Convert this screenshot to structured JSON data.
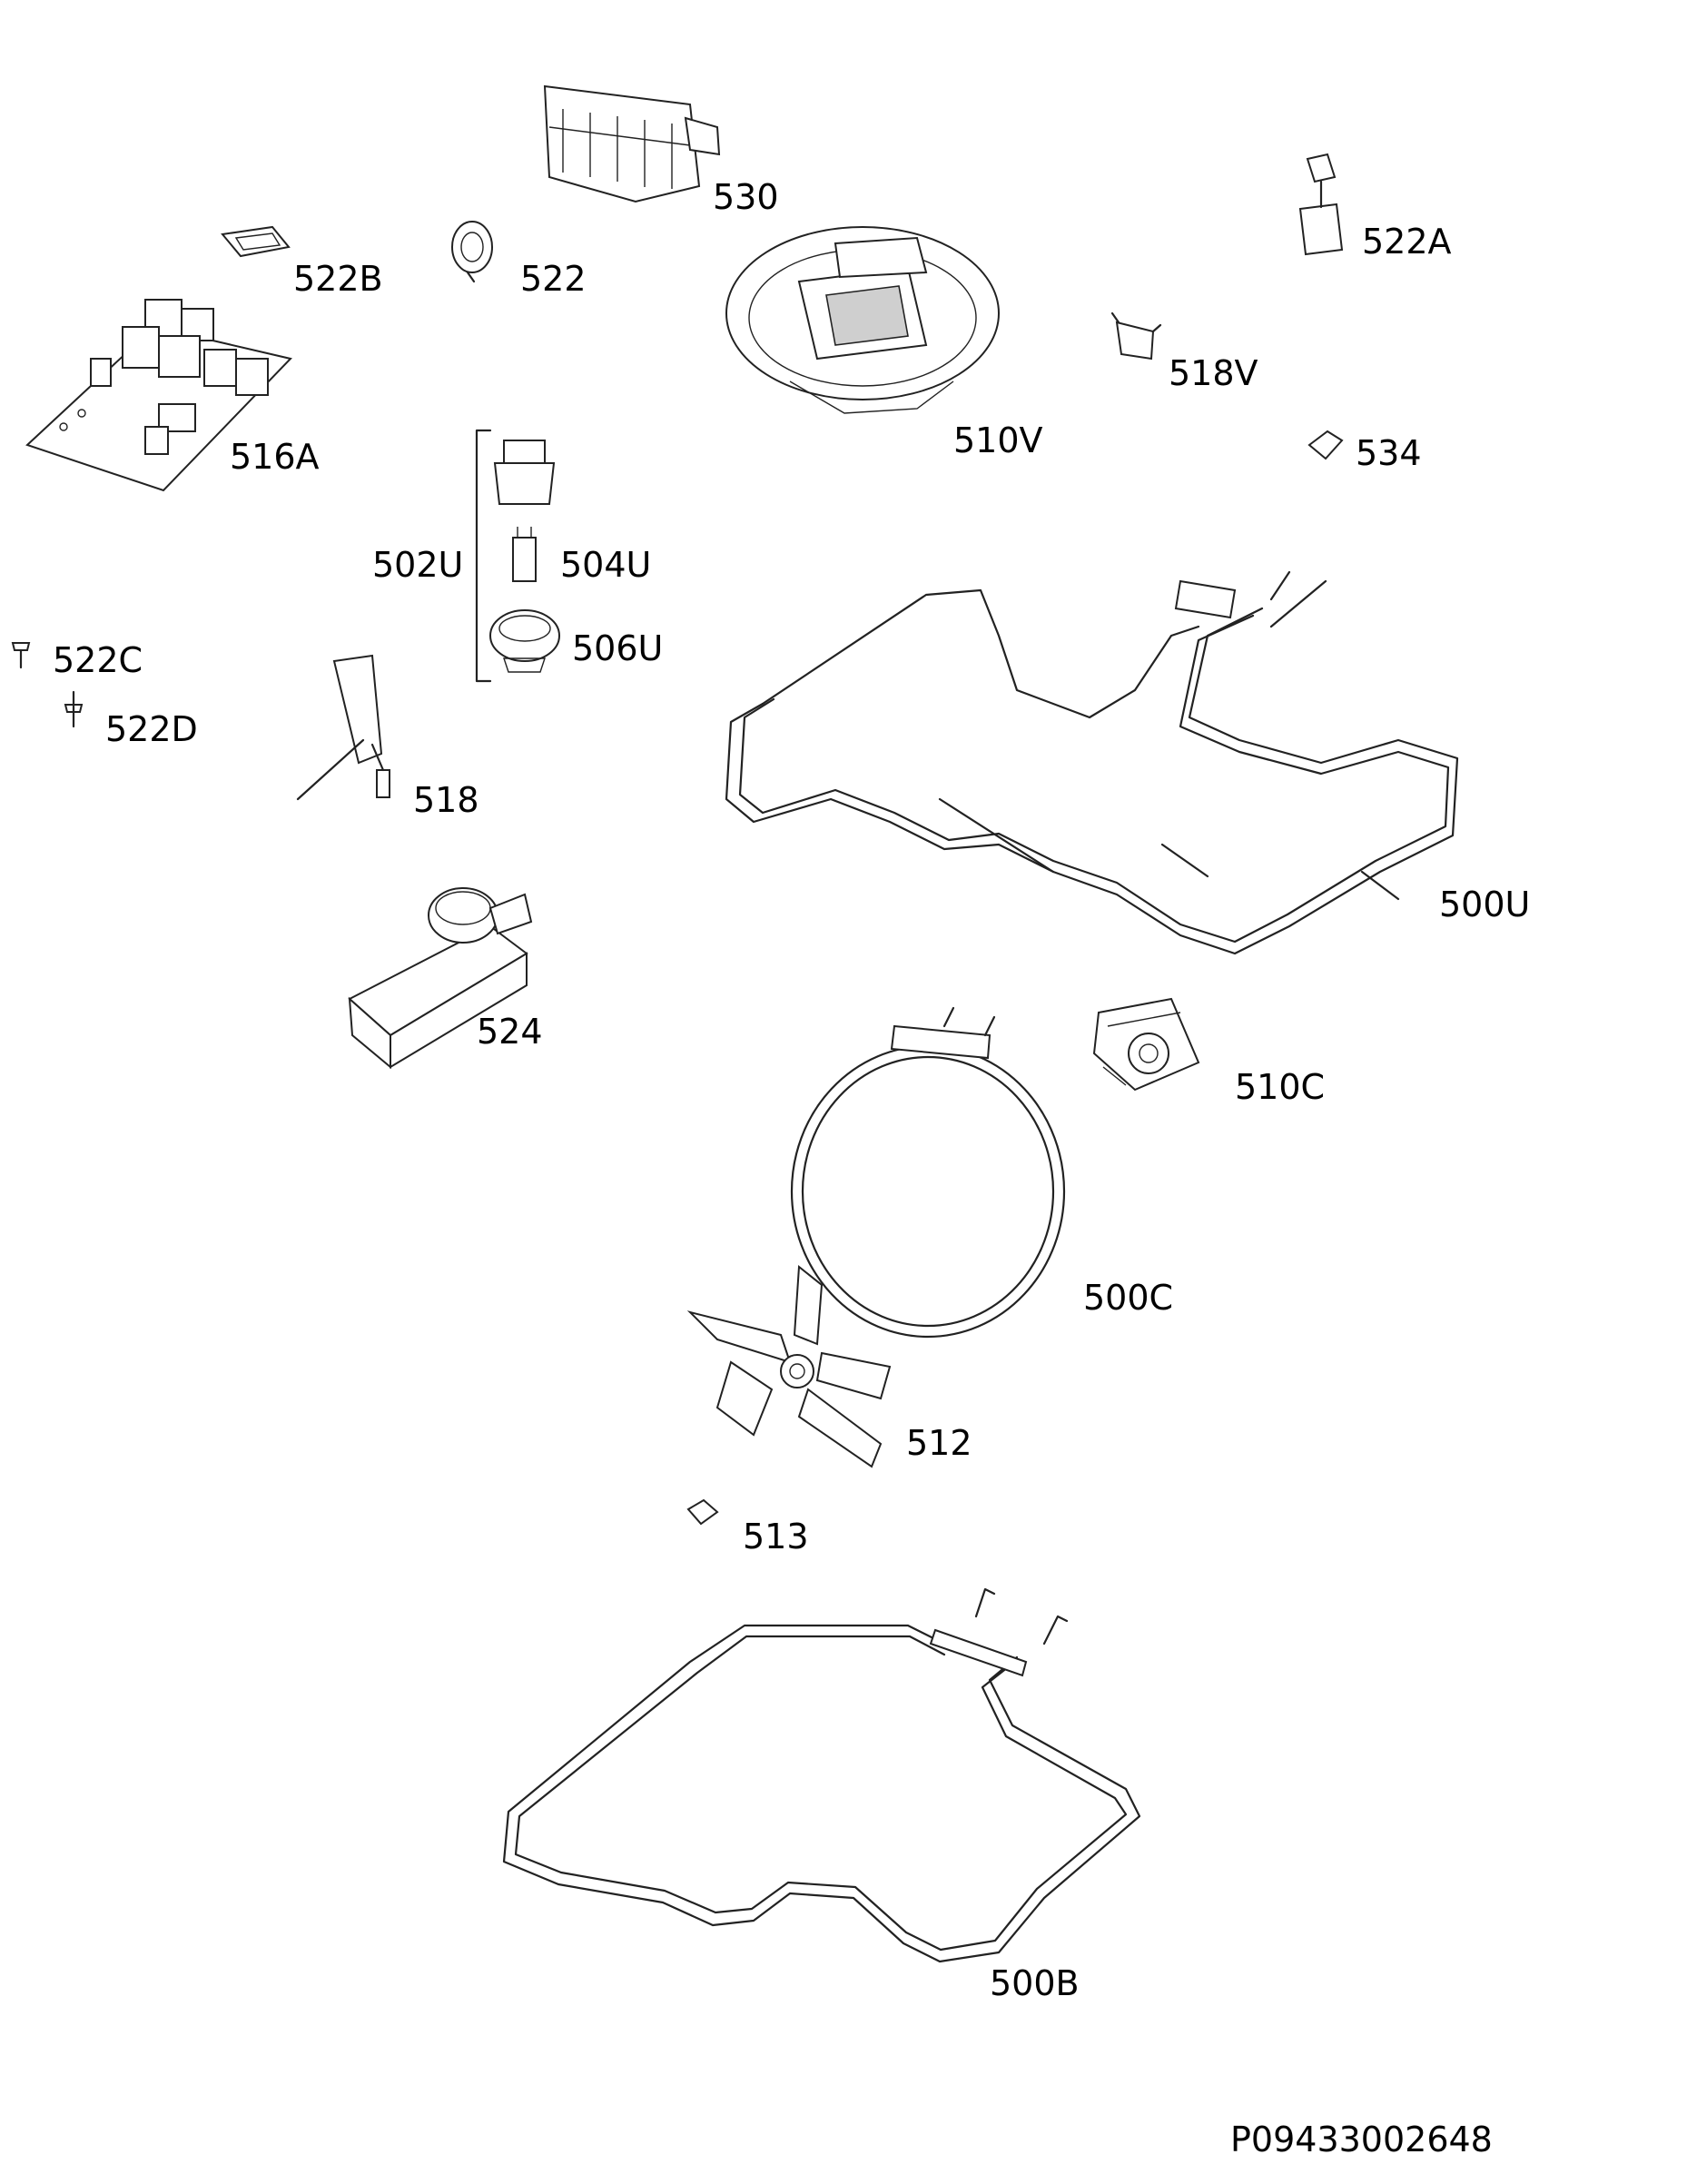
{
  "document": {
    "number": "P09433002648"
  },
  "parts": [
    {
      "id": "530",
      "label": "530"
    },
    {
      "id": "522B",
      "label": "522B"
    },
    {
      "id": "522",
      "label": "522"
    },
    {
      "id": "522A",
      "label": "522A"
    },
    {
      "id": "516A",
      "label": "516A"
    },
    {
      "id": "510V",
      "label": "510V"
    },
    {
      "id": "518V",
      "label": "518V"
    },
    {
      "id": "534",
      "label": "534"
    },
    {
      "id": "502U",
      "label": "502U"
    },
    {
      "id": "504U",
      "label": "504U"
    },
    {
      "id": "506U",
      "label": "506U"
    },
    {
      "id": "522C",
      "label": "522C"
    },
    {
      "id": "522D",
      "label": "522D"
    },
    {
      "id": "518",
      "label": "518"
    },
    {
      "id": "500U",
      "label": "500U"
    },
    {
      "id": "524",
      "label": "524"
    },
    {
      "id": "510C",
      "label": "510C"
    },
    {
      "id": "500C",
      "label": "500C"
    },
    {
      "id": "512",
      "label": "512"
    },
    {
      "id": "513",
      "label": "513"
    },
    {
      "id": "500B",
      "label": "500B"
    }
  ]
}
